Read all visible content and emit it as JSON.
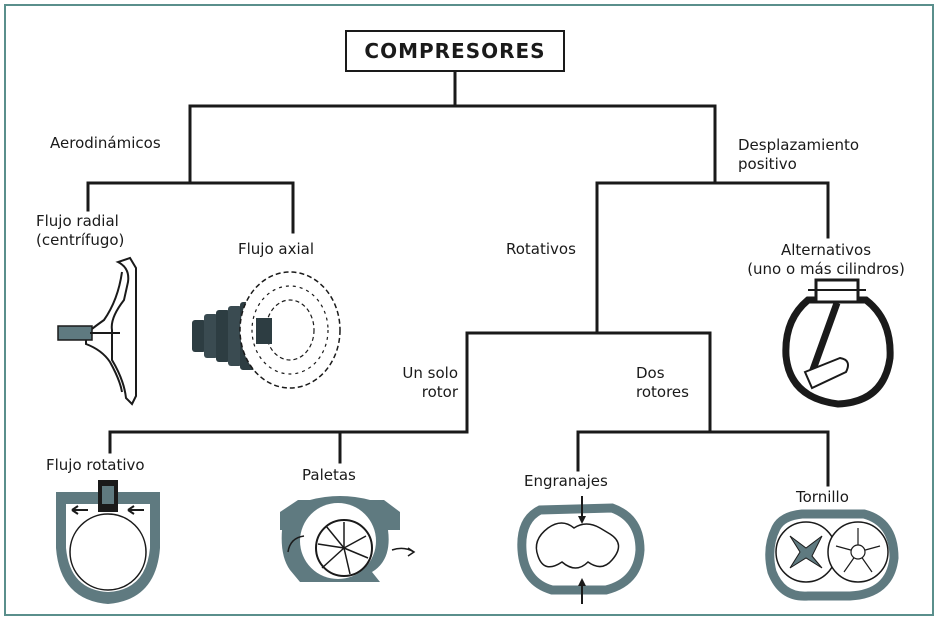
{
  "title": "COMPRESORES",
  "branches": {
    "left": "Aerodinámicos",
    "right": "Desplazamiento\npositivo"
  },
  "types": {
    "radial": "Flujo radial\n(centrífugo)",
    "axial": "Flujo axial",
    "rotativos": "Rotativos",
    "alternativos": "Alternativos\n(uno o más cilindros)",
    "un_solo_rotor": "Un solo\nrotor",
    "dos_rotores": "Dos\nrotores",
    "flujo_rotativo": "Flujo rotativo",
    "paletas": "Paletas",
    "engranajes": "Engranajes",
    "tornillo": "Tornillo"
  },
  "colors": {
    "line": "#1a1a1a",
    "frame": "#5a8f8c",
    "machine_fill": "#5f7a80",
    "machine_light": "#dfe6e8"
  }
}
